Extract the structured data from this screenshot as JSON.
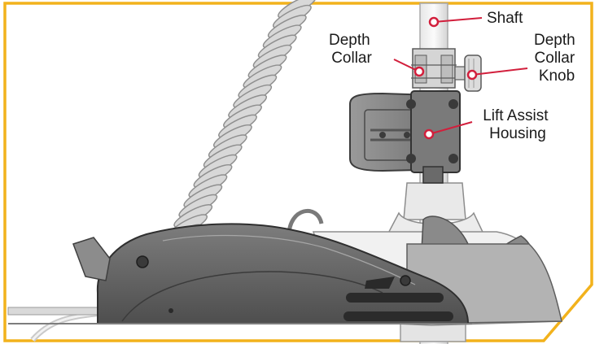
{
  "frame": {
    "accent_color": "#f2b21c"
  },
  "callouts": {
    "shaft": {
      "lines": [
        "Shaft"
      ]
    },
    "depth_collar": {
      "lines": [
        "Depth",
        "Collar"
      ]
    },
    "depth_collar_knob": {
      "lines": [
        "Depth",
        "Collar",
        "Knob"
      ]
    },
    "lift_assist_housing": {
      "lines": [
        "Lift Assist",
        "Housing"
      ]
    }
  },
  "callout_color": "#d21f3c"
}
